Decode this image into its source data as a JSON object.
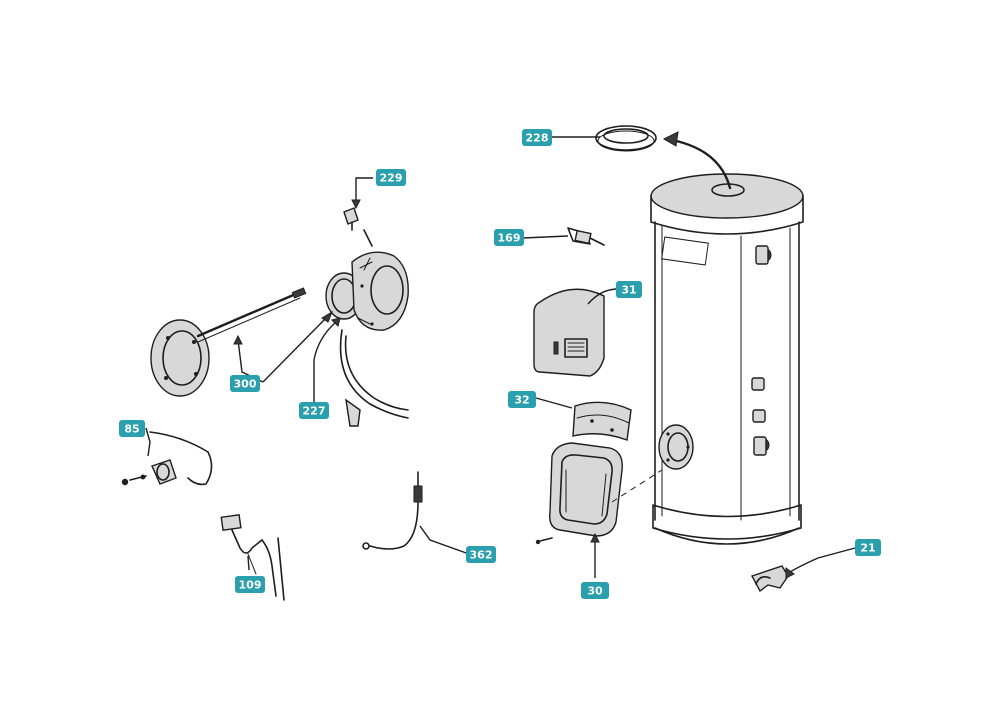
{
  "diagram": {
    "callouts": {
      "c228": "228",
      "c229": "229",
      "c169": "169",
      "c31": "31",
      "c300": "300",
      "c227": "227",
      "c85": "85",
      "c32": "32",
      "c362": "362",
      "c30": "30",
      "c109": "109",
      "c21": "21"
    },
    "colors": {
      "callout_fill": "#2a9fae",
      "callout_text": "#ffffff",
      "line_art": "#1e1e1e"
    }
  }
}
